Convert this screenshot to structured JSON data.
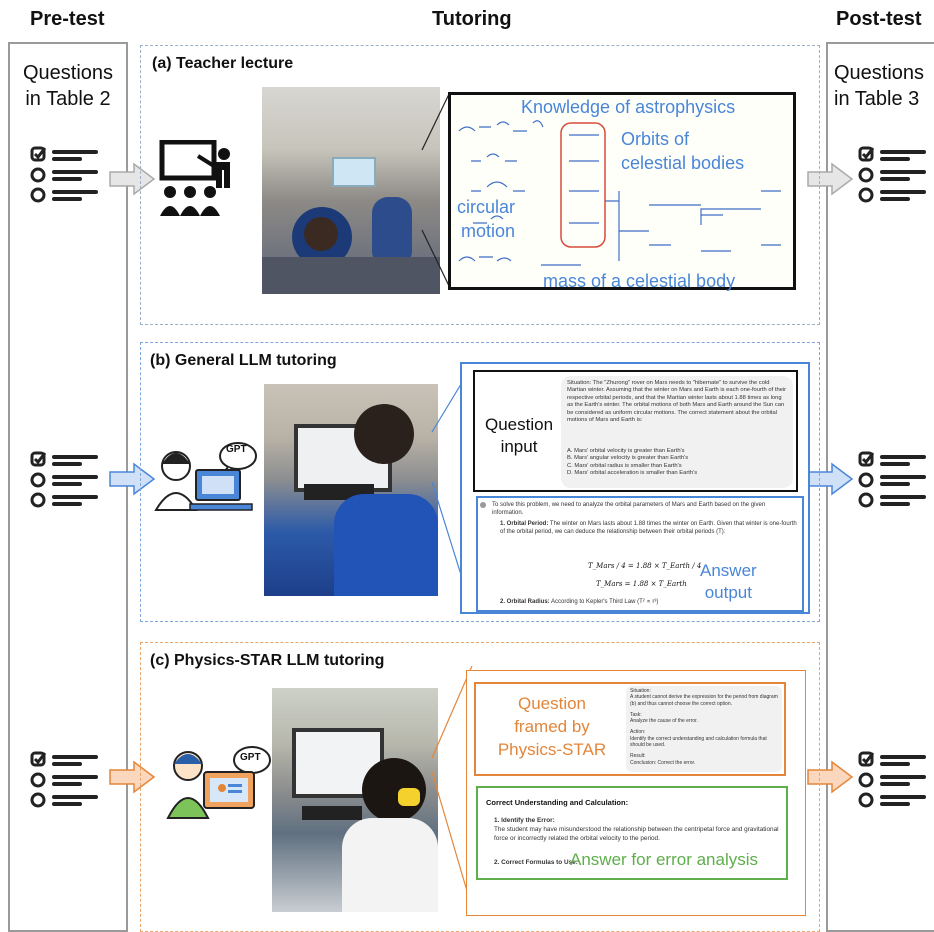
{
  "headers": {
    "pretest": "Pre-test",
    "tutoring": "Tutoring",
    "posttest": "Post-test"
  },
  "left": {
    "line1": "Questions",
    "line2": "in Table 2"
  },
  "right": {
    "line1": "Questions",
    "line2": "in Table 3"
  },
  "panel_a": {
    "title": "(a)  Teacher lecture",
    "board": {
      "knowledge": "Knowledge of astrophysics",
      "orbits1": "Orbits of",
      "orbits2": "celestial bodies",
      "circular1": "circular",
      "circular2": "motion",
      "mass": "mass of a celestial body"
    }
  },
  "panel_b": {
    "title": "(b) General LLM tutoring",
    "question_label1": "Question",
    "question_label2": "input",
    "situation": "Situation: The \"Zhurong\" rover on Mars needs to \"hibernate\" to survive the cold Martian winter. Assuming that the winter on Mars and Earth is each one-fourth of their respective orbital periods, and that the Martian winter lasts about 1.88 times as long as the Earth's winter. The orbital motions of both Mars and Earth around the Sun can be considered as uniform circular motions. The correct statement about the orbital motions of Mars and Earth is:",
    "options": [
      "A. Mars' orbital velocity is greater than Earth's",
      "B. Mars' angular velocity is greater than Earth's",
      "C. Mars' orbital radius is smaller than Earth's",
      "D. Mars' orbital acceleration is smaller than Earth's"
    ],
    "answer_intro": "To solve this problem, we need to analyze the orbital parameters of Mars and Earth based on the given information.",
    "step1_head": "1.  Orbital Period:",
    "step1_text": "The winter on Mars lasts about 1.88 times the winter on Earth. Given that winter is one-fourth of the orbital period, we can deduce the relationship between their orbital periods (T):",
    "eq1": "T_Mars / 4 = 1.88 × T_Earth / 4",
    "eq2": "T_Mars = 1.88 × T_Earth",
    "step2_head": "2.  Orbital Radius:",
    "step2_text": "According to Kepler's Third Law (T² ∝ r³)",
    "answer_label1": "Answer",
    "answer_label2": "output"
  },
  "panel_c": {
    "title": "(c) Physics-STAR LLM tutoring",
    "framed1": "Question",
    "framed2": "framed by",
    "framed3": "Physics-STAR",
    "star_situation_h": "Situation:",
    "star_situation": "A student cannot derive the expression for the period from diagram (b) and thus cannot choose the correct option.",
    "star_task_h": "Task:",
    "star_task": "Analyze the cause of the error.",
    "star_action_h": "Action:",
    "star_action": "Identify the correct understanding and calculation formula that should be used.",
    "star_result_h": "Result:",
    "star_result": "Conclusion: Correct the error.",
    "correct_head": "Correct Understanding and Calculation:",
    "item1_head": "1.  Identify the Error:",
    "item1_text": "The student may have misunderstood the relationship between the centripetal force and gravitational force or incorrectly related the orbital velocity to the period.",
    "item2_head": "2.  Correct Formulas to Use:",
    "answer_label": "Answer for error analysis"
  },
  "icons": {
    "gpt": "GPT"
  },
  "colors": {
    "blue": "#4a86d8",
    "orange": "#e3863a",
    "green": "#5fae4c",
    "gray": "#9a9a9a"
  }
}
